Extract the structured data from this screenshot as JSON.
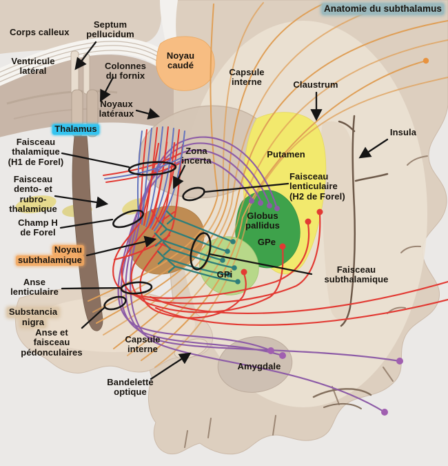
{
  "title": "Anatomie du subthalamus",
  "labels": {
    "corps_calleux": "Corps calleux",
    "septum_pellucidum": "Septum\npellucidum",
    "ventricule_lateral": "Ventricule\nlatéral",
    "colonnes_fornix": "Colonnes\ndu fornix",
    "noyau_caude": "Noyau\ncaudé",
    "capsule_interne_sup": "Capsule\ninterne",
    "claustrum": "Claustrum",
    "noyaux_lateraux": "Noyaux\nlatéraux",
    "insula": "Insula",
    "thalamus": "Thalamus",
    "faisceau_thalamique": "Faisceau\nthalamique\n(H1 de Forel)",
    "zona_incerta": "Zona\nincerta",
    "putamen": "Putamen",
    "faisceau_lenticulaire": "Faisceau\nlenticulaire\n(H2 de Forel)",
    "faisceau_dento": "Faisceau\ndento- et\nrubro-\nthalamique",
    "champ_h": "Champ H\nde Forel",
    "noyau_subthalamique": {
      "line1": "Noyau",
      "line2": "subthalamique"
    },
    "globus_pallidus": "Globus\npallidus",
    "gpe": "GPe",
    "gpi": "GPi",
    "faisceau_subthalamique": "Faisceau\nsubthalamique",
    "anse_lenticulaire": "Anse\nlenticulaire",
    "substancia_nigra": {
      "line1": "Substancia",
      "line2": "nigra"
    },
    "anse_pedonculaires": "Anse et\nfaisceau\npédonculaires",
    "capsule_interne_inf": "Capsule\ninterne",
    "amygdale": "Amygdale",
    "bandelette_optique": "Bandelette\noptique"
  },
  "colors": {
    "highlight_title": "#9bb9bd",
    "highlight_thalamus": "#35c4f0",
    "highlight_noyau_subthalamique": "#f2a75f",
    "highlight_substancia_nigra": "#dbc6aa",
    "region_noyau_caude": "#f7bd82",
    "region_putamen": "#f2e96d",
    "region_gpe": "#3ea24b",
    "region_gpi": "#b7d889",
    "region_noyau_subthalamique": "#bf8c53",
    "region_amygdale": "#cec0b3",
    "fiber_orange": "#df9f57",
    "fiber_red": "#e23a33",
    "fiber_blue": "#6273bd",
    "fiber_purple": "#8d5ca7",
    "fiber_teal": "#2e7e7a",
    "annotation_black": "#141414"
  }
}
